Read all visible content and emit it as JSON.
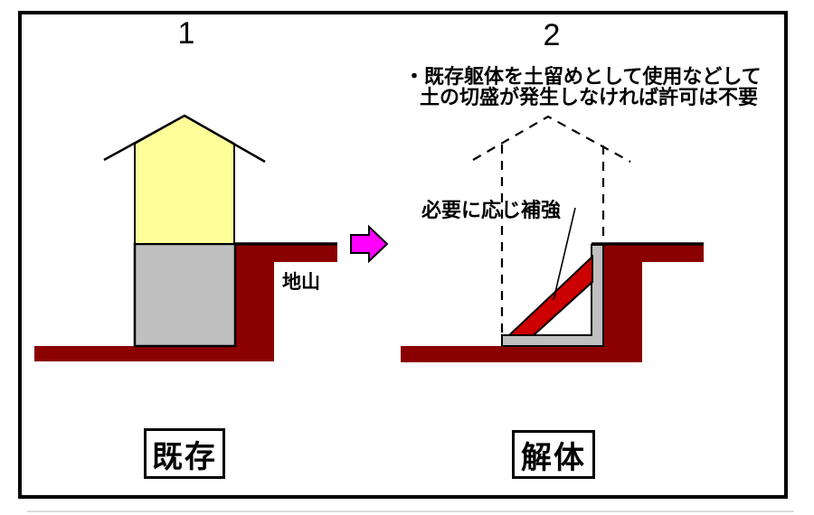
{
  "diagram": {
    "left_panel": {
      "number": "1",
      "ground_label": "地山",
      "caption": "既存"
    },
    "right_panel": {
      "number": "2",
      "note_line1": "・既存躯体を土留めとして使用などして",
      "note_line2": "土の切盛が発生しなければ許可は不要",
      "reinforce_label": "必要に応じ補強",
      "caption": "解体"
    }
  },
  "colors": {
    "ground": "#8B0000",
    "brace": "#CC0000",
    "house": "#FFFF99",
    "concrete": "#C0C0C0",
    "arrow": "#FF00FF",
    "outline": "#000000"
  }
}
